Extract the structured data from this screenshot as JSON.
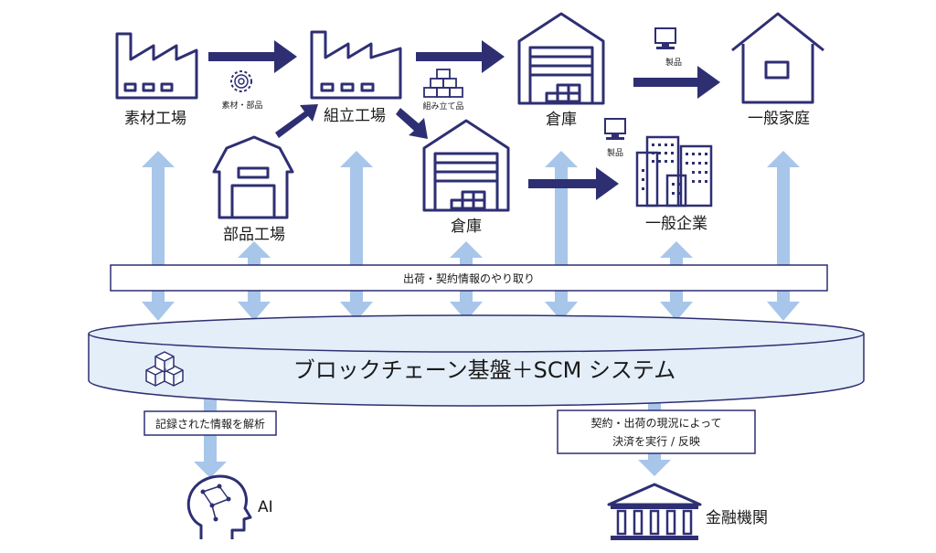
{
  "nodes": {
    "material_factory": "素材工場",
    "assembly_factory": "組立工場",
    "parts_factory": "部品工場",
    "warehouse_1": "倉庫",
    "warehouse_2": "倉庫",
    "general_company": "一般企業",
    "general_household": "一般家庭",
    "ai": "AI",
    "financial_institution": "金融機関"
  },
  "flow_labels": {
    "materials_parts": "素材・部品",
    "assembled_goods": "組み立て品",
    "product_1": "製品",
    "product_2": "製品"
  },
  "bus_label": "出荷・契約情報のやり取り",
  "platform_label": "ブロックチェーン基盤＋SCM システム",
  "ai_box_label": "記録された情報を解析",
  "finance_box_line1": "契約・出荷の現況によって",
  "finance_box_line2": "決済を実行 / 反映",
  "colors": {
    "icon_navy": "#2e2f73",
    "link_blue": "#a7c6ea",
    "platform_fill": "#e3eef9"
  },
  "icons": [
    "factory-icon",
    "gear-icon",
    "barn-icon",
    "warehouse-icon",
    "boxes-icon",
    "computer-icon",
    "house-icon",
    "buildings-icon",
    "cubes-icon",
    "ai-head-icon",
    "bank-icon"
  ]
}
